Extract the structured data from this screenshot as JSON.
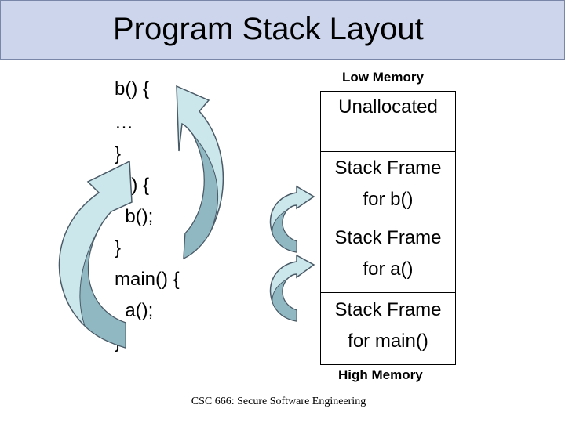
{
  "slide": {
    "title": "Program Stack Layout",
    "code_lines": [
      "b() {",
      "…",
      "}",
      "a() {",
      "  b();",
      "}",
      "main() {",
      "  a();",
      "}"
    ],
    "low_memory_label": "Low Memory",
    "high_memory_label": "High Memory",
    "stack_cells": [
      {
        "line1": "Unallocated",
        "line2": ""
      },
      {
        "line1": "Stack Frame",
        "line2": "for b()"
      },
      {
        "line1": "Stack Frame",
        "line2": "for a()"
      },
      {
        "line1": "Stack Frame",
        "line2": "for main()"
      }
    ],
    "footer": "CSC 666: Secure Software Engineering"
  },
  "colors": {
    "title_bar": "#ccd5ec",
    "arrow_light": "#cbe7ec",
    "arrow_dark": "#8fb8c2"
  }
}
